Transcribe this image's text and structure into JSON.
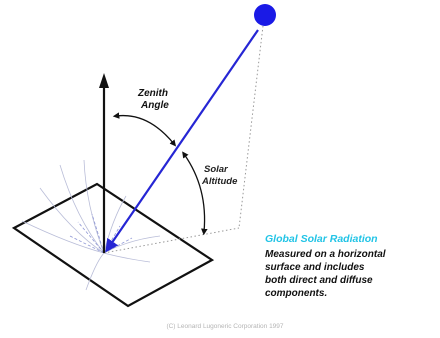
{
  "labels": {
    "zenith_line1": "Zenith",
    "zenith_line2": "Angle",
    "altitude_line1": "Solar",
    "altitude_line2": "Altitude"
  },
  "callout": {
    "title": "Global Solar Radiation",
    "lines": [
      "Measured on a horizontal",
      "surface and includes",
      "both direct and diffuse",
      "components."
    ]
  },
  "credit": "(C) Leonard Lugoneric Corporation 1997",
  "colors": {
    "sun": "#1a1ae6",
    "beam": "#2626d4",
    "callout_title": "#22c4e6",
    "outline": "#111111"
  }
}
